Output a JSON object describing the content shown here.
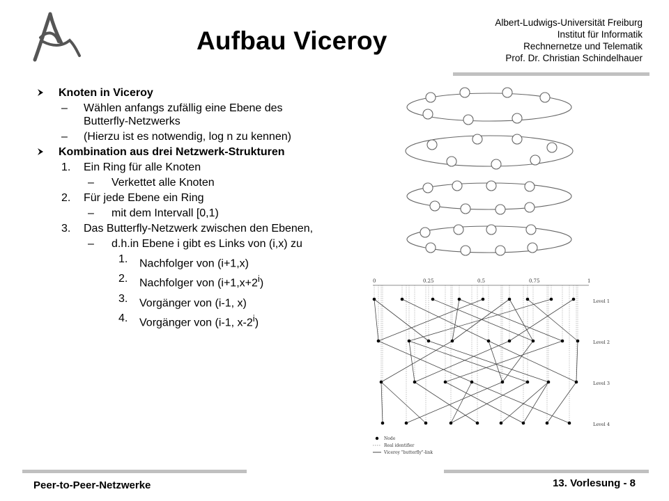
{
  "header": {
    "title": "Aufbau Viceroy",
    "institution": [
      "Albert-Ludwigs-Universität Freiburg",
      "Institut für Informatik",
      "Rechnernetze und Telematik",
      "Prof. Dr. Christian Schindelhauer"
    ]
  },
  "footer": {
    "left": "Peer-to-Peer-Netzwerke",
    "right": "13. Vorlesung - 8"
  },
  "content": {
    "section1": {
      "heading": "Knoten in Viceroy",
      "items": [
        "Wählen anfangs zufällig eine Ebene des Butterfly-Netzwerks",
        "(Hierzu ist es notwendig, log n zu kennen)"
      ]
    },
    "section2": {
      "heading": "Kombination aus drei Netzwerk-Strukturen",
      "items": [
        {
          "num": "1.",
          "text": "Ein Ring für alle Knoten",
          "sub": "Verkettet alle Knoten"
        },
        {
          "num": "2.",
          "text": "Für jede Ebene ein Ring",
          "sub": "mit dem Intervall [0,1)"
        },
        {
          "num": "3.",
          "text": "Das Butterfly-Netzwerk zwischen den Ebenen,",
          "sub": "d.h.in Ebene i gibt es Links von (i,x) zu"
        }
      ],
      "links": [
        {
          "num": "1.",
          "pre": "Nachfolger von (i+1,x)",
          "sup": "",
          "post": ""
        },
        {
          "num": "2.",
          "pre": "Nachfolger von (i+1,x+2",
          "sup": "i",
          "post": ")"
        },
        {
          "num": "3.",
          "pre": "Vorgänger von (i-1, x)",
          "sup": "",
          "post": ""
        },
        {
          "num": "4.",
          "pre": "Vorgänger von (i-1, x-2",
          "sup": "i",
          "post": ")"
        }
      ]
    }
  },
  "diagram": {
    "ticks": [
      "0",
      "0.25",
      "0.5",
      "0.75",
      "1"
    ],
    "levels": [
      "Level 1",
      "Level 2",
      "Level 3",
      "Level 4"
    ],
    "legend": [
      "Node",
      "Real identifier",
      "Viceroy \"butterfly\"-link"
    ]
  }
}
